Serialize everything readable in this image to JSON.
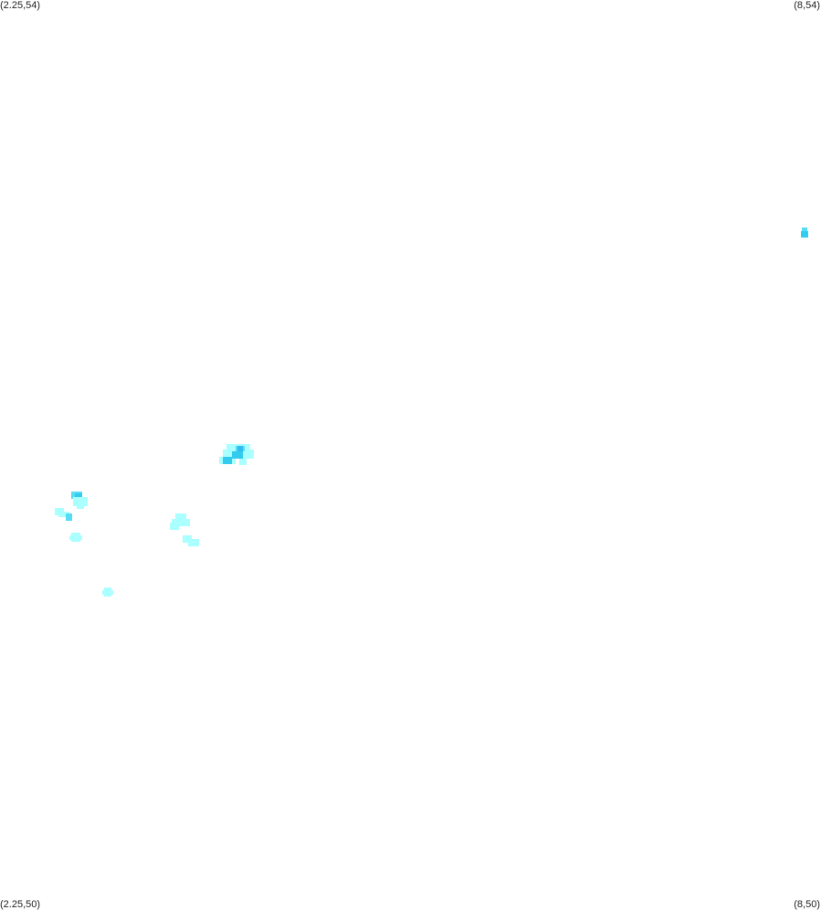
{
  "map": {
    "corner_labels": {
      "top_left": "(2.25,54)",
      "top_right": "(8,54)",
      "bottom_left": "(2.25,50)",
      "bottom_right": "(8,50)"
    },
    "colors": {
      "background": "#ffffff",
      "low": "#aaffff",
      "medium": "#55ddf5",
      "high": "#33bbee"
    }
  }
}
